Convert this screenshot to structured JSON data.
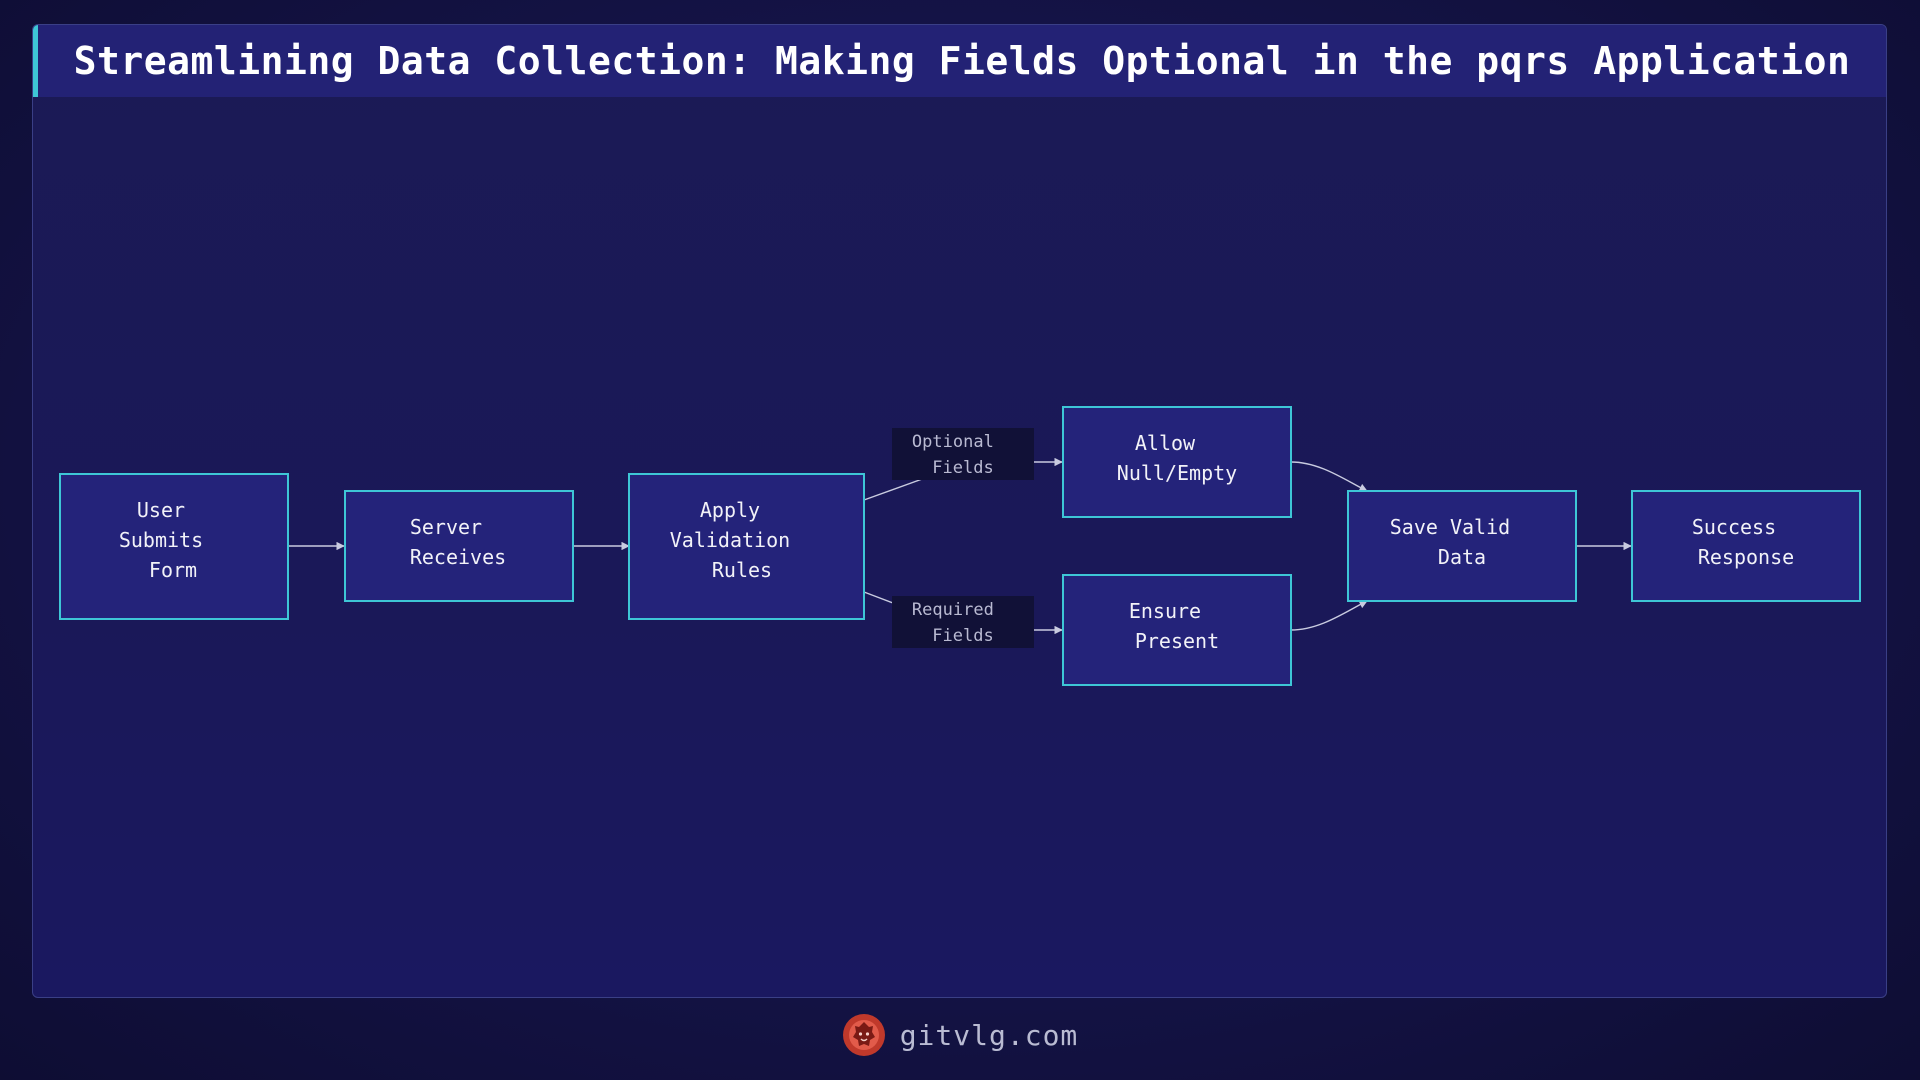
{
  "title": "Streamlining Data Collection: Making Fields Optional in the pqrs Application",
  "colors": {
    "node_fill": "#24237a",
    "node_border": "#3ec6d6",
    "title_accent": "#3ec6d6",
    "edge": "#c9cbe0",
    "label_bg": "#111137"
  },
  "nodes": [
    {
      "id": "user-submits",
      "lines": [
        "User",
        "Submits",
        "Form"
      ]
    },
    {
      "id": "server-receives",
      "lines": [
        "Server",
        "Receives"
      ]
    },
    {
      "id": "apply-validation",
      "lines": [
        "Apply",
        "Validation",
        "Rules"
      ]
    },
    {
      "id": "allow-null",
      "lines": [
        "Allow",
        "Null/Empty"
      ]
    },
    {
      "id": "ensure-present",
      "lines": [
        "Ensure",
        "Present"
      ]
    },
    {
      "id": "save-valid",
      "lines": [
        "Save Valid",
        "Data"
      ]
    },
    {
      "id": "success-response",
      "lines": [
        "Success",
        "Response"
      ]
    }
  ],
  "edge_labels": [
    {
      "id": "optional-fields",
      "lines": [
        "Optional",
        "Fields"
      ]
    },
    {
      "id": "required-fields",
      "lines": [
        "Required",
        "Fields"
      ]
    }
  ],
  "footer": {
    "logo_icon": "lion-head-icon",
    "text": "gitvlg.com"
  }
}
